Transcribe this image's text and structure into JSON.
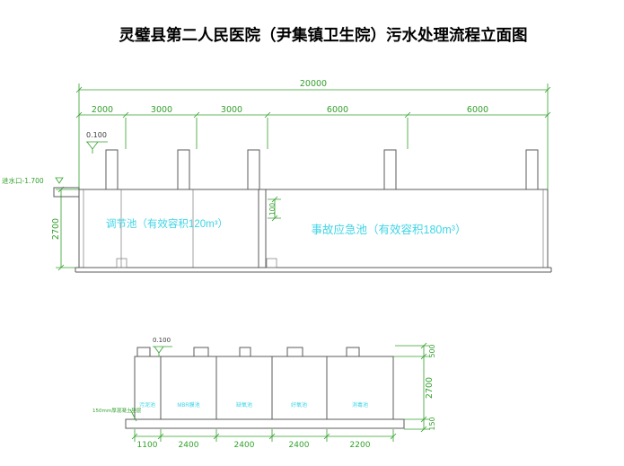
{
  "title": "灵璧县第二人民医院（尹集镇卫生院）污水处理流程立面图",
  "colors": {
    "dimension_green": "#33a02c",
    "tank_label_cyan": "#3fd4e6",
    "structure_gray": "#5b5b5b"
  },
  "top_view": {
    "overall_dim": "20000",
    "segment_dims": [
      "2000",
      "3000",
      "3000",
      "6000",
      "6000"
    ],
    "elevation": "0.100",
    "inlet_label": "进水口-1.700",
    "depth_dim": "2700",
    "freeboard_dim": "100",
    "tank1_label": "调节池（有效容积120m³）",
    "tank2_label": "事故应急池（有效容积180m³）"
  },
  "bottom_view": {
    "elevation": "0.100",
    "base_note": "150mm厚混凝土垫层",
    "compartment_labels": [
      "污泥池",
      "MBR膜池",
      "缺氧池",
      "好氧池",
      "消毒池"
    ],
    "width_dims": [
      "1100",
      "2400",
      "2400",
      "2400",
      "2200"
    ],
    "height_dims": [
      "500",
      "2700",
      "150"
    ]
  }
}
